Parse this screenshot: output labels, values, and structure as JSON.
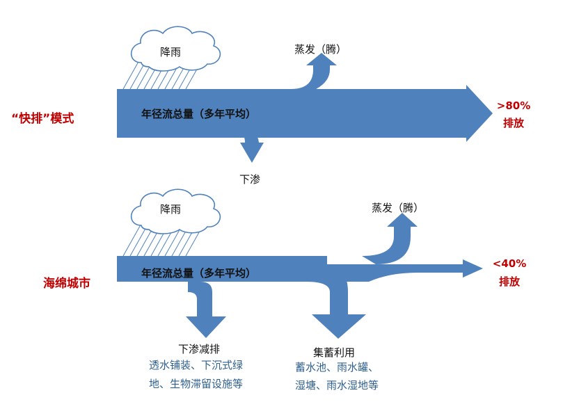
{
  "colors": {
    "flow": "#4f81bd",
    "accent_red": "#c00000",
    "note_blue": "#2e5f8f",
    "rain": "#4f81bd"
  },
  "fast_mode": {
    "mode_label": "“快排”模式",
    "rain_label": "降雨",
    "flow_label": "年径流总量（多年平均）",
    "evaporation_label": "蒸发（腾）",
    "infiltration_label": "下渗",
    "discharge_pct": ">80%",
    "discharge_label": "排放"
  },
  "sponge_mode": {
    "mode_label": "海绵城市",
    "rain_label": "降雨",
    "flow_label": "年径流总量（多年平均）",
    "evaporation_label": "蒸发（腾）",
    "infiltration_title": "下渗减排",
    "infiltration_note_line1": "透水铺装、下沉式绿",
    "infiltration_note_line2": "地、生物滞留设施等",
    "storage_title": "集蓄利用",
    "storage_note_line1": "蓄水池、雨水罐、",
    "storage_note_line2": "湿塘、雨水湿地等",
    "discharge_pct": "<40%",
    "discharge_label": "排放"
  }
}
